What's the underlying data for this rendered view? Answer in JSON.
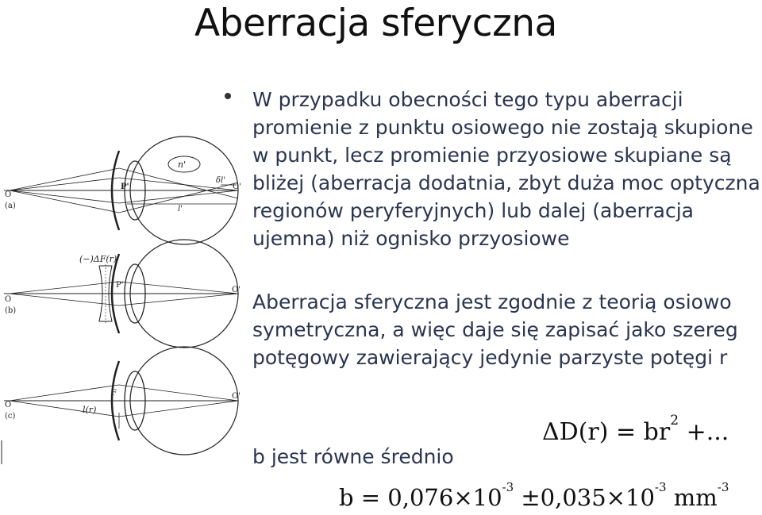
{
  "slide": {
    "title": "Aberracja sferyczna",
    "paragraph1": "W przypadku obecności tego typu aberracji promienie z punktu osiowego nie zostają skupione w punkt, lecz promienie przyosiowe skupiane są bliżej (aberracja dodatnia, zbyt duża moc optyczna regionów peryferyjnych) lub dalej (aberracja ujemna) niż ognisko przyosiowe",
    "paragraph2": "Aberracja sferyczna jest zgodnie z teorią osiowo symetryczna, a więc daje się zapisać jako szereg potęgowy zawierający jedynie parzyste potęgi r",
    "equation1": {
      "lhs": "ΔD(r) = br",
      "exp": "2",
      "rest": " +..."
    },
    "b_label": "b  jest równe średnio",
    "equation2": {
      "part1": "b = 0,076×10",
      "exp1": "-3",
      "part2": " ±0,035×10",
      "exp2": "-3",
      "unit": " mm",
      "exp3": "-3"
    }
  },
  "figure": {
    "labels": {
      "a": "(a)",
      "b": "(b)",
      "c": "(c)",
      "O": "O",
      "Oprime": "O'",
      "P": "P'",
      "F": "F",
      "nprime": "n'",
      "lprime": "l'",
      "delta_l": "δl'",
      "deltaF": "(−)ΔF(r)",
      "lr": "l(r)"
    }
  }
}
